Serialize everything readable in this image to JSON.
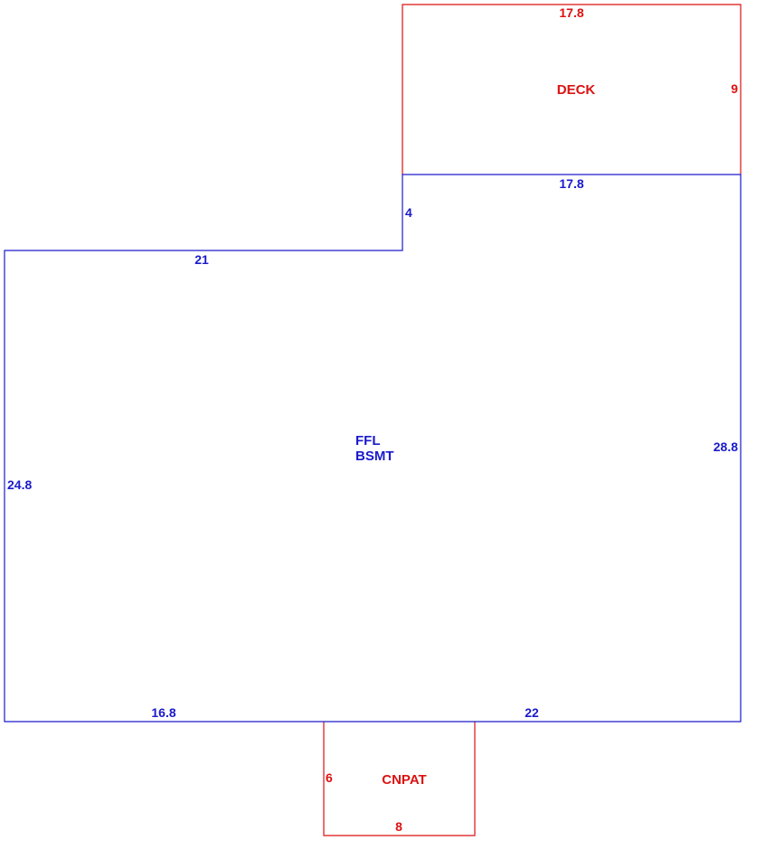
{
  "colors": {
    "main_structure": "#1a1acc",
    "additions": "#dd1111",
    "background": "#ffffff"
  },
  "main_area": {
    "name_line1": "FFL",
    "name_line2": "BSMT",
    "dims": {
      "upper_jog_top": "17.8",
      "jog_height": "4",
      "left_upper_top": "21",
      "left_side": "24.8",
      "right_side": "28.8",
      "bottom_left": "16.8",
      "bottom_right": "22"
    }
  },
  "deck": {
    "name": "DECK",
    "dims": {
      "top": "17.8",
      "right": "9"
    }
  },
  "patio": {
    "name": "CNPAT",
    "dims": {
      "left": "6",
      "bottom": "8"
    }
  }
}
